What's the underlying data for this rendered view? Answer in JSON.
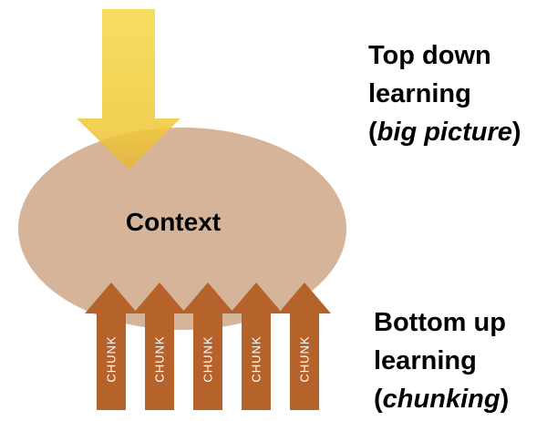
{
  "context": {
    "label": "Context"
  },
  "top_down": {
    "line1": "Top down",
    "line2": "learning",
    "open_paren": "(",
    "emphasis": "big picture",
    "close_paren": ")"
  },
  "bottom_up": {
    "line1": "Bottom up",
    "line2": "learning",
    "open_paren": "(",
    "emphasis": "chunking",
    "close_paren": ")"
  },
  "chunks": [
    {
      "label": "CHUNK"
    },
    {
      "label": "CHUNK"
    },
    {
      "label": "CHUNK"
    },
    {
      "label": "CHUNK"
    },
    {
      "label": "CHUNK"
    }
  ],
  "colors": {
    "context_fill": "#d6b49a",
    "top_arrow": "#f0cc3a",
    "chunk_arrow": "#b5632b"
  }
}
